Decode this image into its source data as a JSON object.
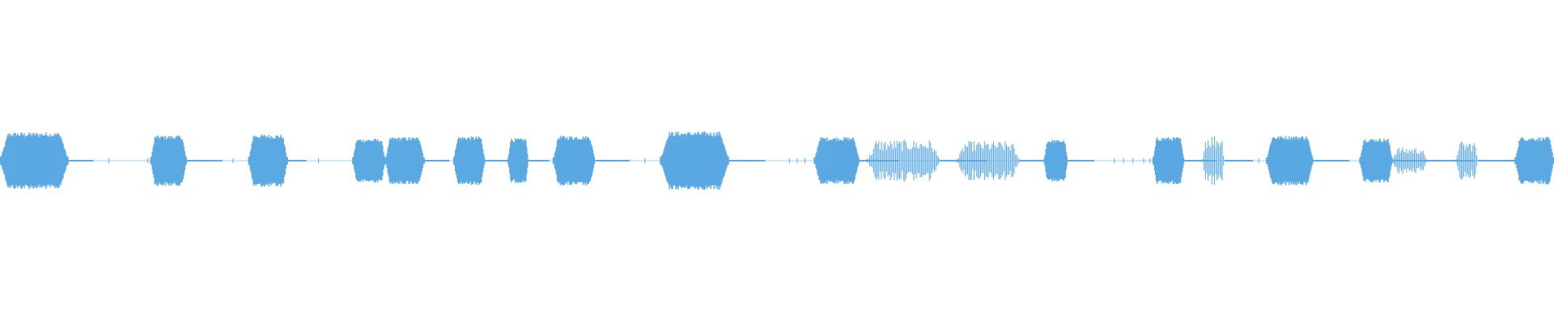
{
  "waveform": {
    "color": "#5aa9e3",
    "baseline_level": 0.01,
    "segments": [
      {
        "start": 0.0,
        "end": 0.044,
        "level": 0.84,
        "shape": "dense"
      },
      {
        "start": 0.097,
        "end": 0.12,
        "level": 0.75,
        "shape": "dense"
      },
      {
        "start": 0.16,
        "end": 0.185,
        "level": 0.78,
        "shape": "dense"
      },
      {
        "start": 0.227,
        "end": 0.248,
        "level": 0.65,
        "shape": "dense"
      },
      {
        "start": 0.248,
        "end": 0.273,
        "level": 0.7,
        "shape": "dense"
      },
      {
        "start": 0.292,
        "end": 0.312,
        "level": 0.72,
        "shape": "dense"
      },
      {
        "start": 0.327,
        "end": 0.34,
        "level": 0.66,
        "shape": "dense"
      },
      {
        "start": 0.356,
        "end": 0.383,
        "level": 0.74,
        "shape": "dense"
      },
      {
        "start": 0.425,
        "end": 0.469,
        "level": 0.86,
        "shape": "dense"
      },
      {
        "start": 0.524,
        "end": 0.553,
        "level": 0.7,
        "shape": "dense"
      },
      {
        "start": 0.558,
        "end": 0.605,
        "level": 0.62,
        "shape": "ragged"
      },
      {
        "start": 0.616,
        "end": 0.656,
        "level": 0.58,
        "shape": "ragged"
      },
      {
        "start": 0.672,
        "end": 0.687,
        "level": 0.62,
        "shape": "dense"
      },
      {
        "start": 0.742,
        "end": 0.762,
        "level": 0.7,
        "shape": "dense"
      },
      {
        "start": 0.774,
        "end": 0.788,
        "level": 0.78,
        "shape": "ragged"
      },
      {
        "start": 0.815,
        "end": 0.845,
        "level": 0.74,
        "shape": "dense"
      },
      {
        "start": 0.875,
        "end": 0.896,
        "level": 0.66,
        "shape": "dense"
      },
      {
        "start": 0.896,
        "end": 0.918,
        "level": 0.4,
        "shape": "ragged"
      },
      {
        "start": 0.937,
        "end": 0.951,
        "level": 0.58,
        "shape": "ragged"
      },
      {
        "start": 0.975,
        "end": 1.0,
        "level": 0.7,
        "shape": "dense"
      }
    ],
    "ticks": [
      0.07,
      0.095,
      0.15,
      0.205,
      0.415,
      0.508,
      0.513,
      0.518,
      0.717,
      0.723,
      0.729,
      0.736,
      0.74,
      0.81,
      0.815,
      0.822
    ]
  }
}
